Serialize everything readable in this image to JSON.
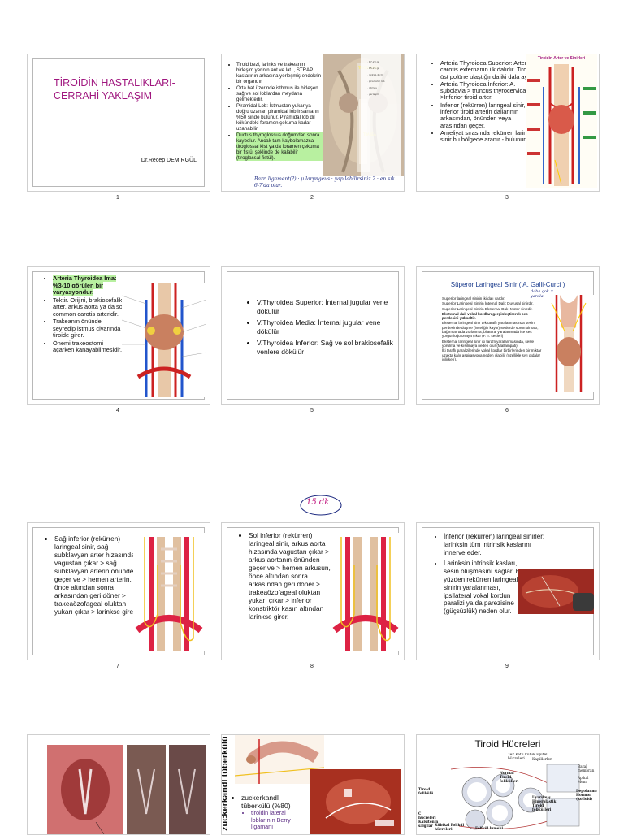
{
  "page": {
    "background": "#ffffff",
    "accent_title": "#a0177f"
  },
  "slides": [
    {
      "number": "1",
      "title": "TİROİDİN HASTALIKLARI-CERRAHİ YAKLAŞIM",
      "author": "Dr.Recep DEMİRGÜL"
    },
    {
      "number": "2",
      "bullets": [
        "Tiroid bezi, larinks ve trakeanın birleşim yerinin ant ve lat. , STRAP kaslarının arkasına yerleşmiş endokrin bir organdır.",
        "Orta hat üzerinde isthmus ile birleşen sağ ve sol loblardan meydana gelmektedir.",
        "Piramidal Lob: İstmustan yukarıya doğru uzanan piramidal lob insanların %50 sinde bulunur. Piramidal lob dil kökündeki foramen çekuma kadar uzanabilir.",
        "Ductus thyroglossus doğumdan sonra kaybolur. Ancak tam kaybolamazsa tiroglossal kist ya da foramen çekuma bir fistül şeklinde de kalabilir (tiroglassal fistül)."
      ],
      "image_labels": [
        "TİROİD BEZİ",
        "TRAKEA"
      ],
      "annotation": "Barr. ligament(?) · μ laryngeus · yapılabilirsiniz 2 · en sık 6-7'da olur."
    },
    {
      "number": "3",
      "bullets": [
        "Arteria Thyroidea Superior: Arteria carotis externanın ilk dalıdır. Tiroidin üst polüne ulaştığında iki dala ayrılır.",
        "Arteria Thyroidea İnferior: A. subclavia > truncus thyrocervicalis >İnferior tiroid arter.",
        "İnferior (rekürren) laringeal sinir, inferior tiroid arterin dallarının arkasından, önünden veya arasından geçer.",
        "Ameliyat sırasında rekürren laringeal sinir bu bölgede aranır - bulunur."
      ],
      "figure_title": "Tiroidin Arter ve Sinirleri"
    },
    {
      "number": "4",
      "bullets": [
        "Arteria Thyroidea İma: %3-10 görülen bir varyasyondur.",
        "Tektir. Orijini, brakiosefalik arter, arkus aorta ya da sol common carotis arteridir.",
        "Trakeanın önünde seyredip istmus civarında tiroide girer.",
        "Önemi trakeostomi açarken kanayabilmesidir."
      ]
    },
    {
      "number": "5",
      "bullets": [
        "V.Thyroidea Superior: İnternal jugular vene dökülür",
        "V.Thyroidea Media: İnternal jugular vene dökülür",
        "V.Thyroidea İnferior: Sağ ve sol brakiosefalik venlere dökülür"
      ]
    },
    {
      "number": "6",
      "title": "Süperor Laringeal Sinir ( A. Galli-Curci )",
      "bullets": [
        "Superior laringeal sinirin iki dalı vardır.",
        "Superior Laringeal Sinirin İnternal Dalı: Duyusal sinirdir.",
        "Superior Laringeal Sinirin Eksternal Dalı: Motor sinirdir.",
        "Eksternal dal, vokal kordları gerginleştirerek ses perdesini yükseltir.",
        "Eksternal laringeal sinir tek taraflı yaralanmasında sesin perdesinde düşme (inceliğin kaybı) seslerde sorun olması, bağırmamada zorlanma; bilateral yaralanmada ise ses yorgunluğu ortaya çıkar (F. T. sesleri)",
        "Eksternal laringeal sinir iki taraflı yaralanmasında, sesle yorulma ve kısılmaya neden olur (Mallampati)",
        "İki taraflı paralizilerinde vokal kordlar birbirlerinden bir miktar uzakta kalır aspirasyona neden olabilir (özellikle sıvı gıdalar içilirken)."
      ],
      "annotation": "daha çok × yaralanır"
    },
    {
      "number": "7",
      "text": "Sağ inferior (rekürren) laringeal sinir, sağ subklavyan arter hizasında vagustan çıkar > sağ subklavyan arterin önünden geçer ve > hemen arterin, önce altından sonra arkasından geri döner > trakeaözofageal oluktan yukarı çıkar > larinkse girer."
    },
    {
      "number": "8",
      "text": "Sol inferior (rekürren) laringeal sinir, arkus aorta hizasında vagustan çıkar > arkus aortanın önünden geçer ve > hemen arkusun, önce altından sonra arkasından geri döner > trakeaözofageal oluktan yukarı çıkar > inferior konstriktör kasın altından larinkse girer.",
      "annotation": "15.dk"
    },
    {
      "number": "9",
      "bullets": [
        "İnferior (rekürren) laringeal sinirler; larinksin tüm intrinsik kaslarını innerve eder.",
        "Larinksin intrinsik kasları, sesin oluşmasını sağlar. Bu yüzden rekürren laringeal sinirin yaralanması, ipsilateral vokal kordun paralizi ya da parezisine (güçsüzlük) neden olur."
      ]
    },
    {
      "number": "",
      "image_caption": ""
    },
    {
      "number": "",
      "side_title": "zuckerkandl tüberkülü",
      "bullets": [
        "zuckerkandl tüberkülü (%80)"
      ],
      "sub_bullets": [
        "tiroidin lateral loblarının Berry ligamanı"
      ]
    },
    {
      "number": "",
      "title": "Tiroid Hücreleri",
      "labels": [
        "Tek katlı kübik Epitel hücreleri",
        "Kapillerler",
        "Bazal membran",
        "Apikal Mem.",
        "Normal Tiroid folikülleri",
        "Uyarılmış Hiperplastik Tiroid folikülleri",
        "Depolanmış Hormon (kolloid)",
        "Tiroid folikülü",
        "C hücreleri Kalsitonin salgılar",
        "Kübikal Folikül hücreleri",
        "Folikül lumeni"
      ]
    }
  ]
}
